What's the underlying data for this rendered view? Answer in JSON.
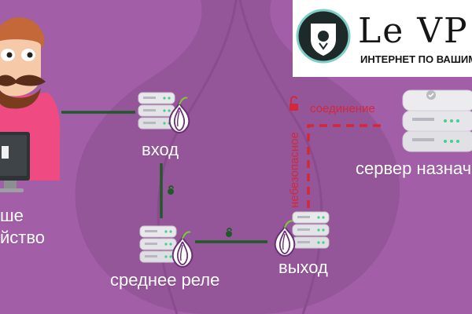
{
  "brand": {
    "title": "Le VP",
    "tagline": "ИНТЕРНЕТ ПО ВАШИМ П"
  },
  "labels": {
    "entry": "вход",
    "middle": "среднее реле",
    "exit": "выход",
    "server": "сервер назнач",
    "device_line1": "ше",
    "device_line2": "йство"
  },
  "annotations": {
    "connection": "соединение",
    "insecure": "небезопасное"
  },
  "colors": {
    "background": "#a25fa8",
    "onion": "#955599",
    "secure_link": "#1f5a28",
    "insecure_link": "#d2283a",
    "server_body": "#e8e8ea",
    "server_light": "#43d08f"
  },
  "icons": {
    "lock": "lock-icon",
    "tor": "tor-onion-icon",
    "server": "server-icon",
    "shield": "shield-logo-icon"
  }
}
